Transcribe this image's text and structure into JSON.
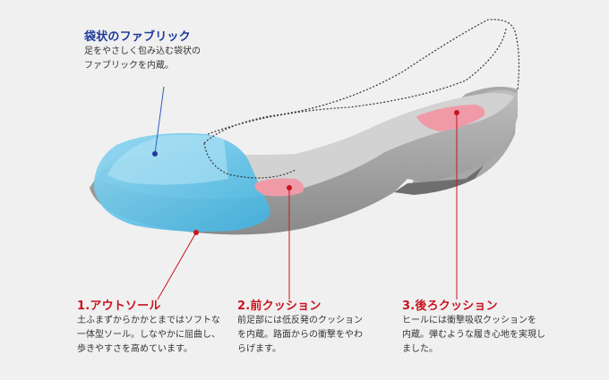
{
  "callouts": {
    "fabric": {
      "title": "袋状のファブリック",
      "desc": [
        "足をやさしく包み込む袋状の",
        "ファブリックを内蔵。"
      ]
    },
    "outsole": {
      "title": "1.アウトソール",
      "desc": [
        "土ふまずからかかとまではソフトな",
        "一体型ソール。しなやかに屈曲し、",
        "歩きやすさを高めています。"
      ]
    },
    "front_cushion": {
      "title": "2.前クッション",
      "desc": [
        "前足部には低反発のクッション",
        "を内蔵。路面からの衝撃をやわ",
        "らげます。"
      ]
    },
    "rear_cushion": {
      "title": "3.後ろクッション",
      "desc": [
        "ヒールには衝撃吸収クッションを",
        "内蔵。弾むような履き心地を実現し",
        "ました。"
      ]
    }
  },
  "colors": {
    "background": "#f0f0f0",
    "title_blue": "#1f3a9b",
    "title_red": "#c8141e",
    "fabric_blue": "#5cc4e8",
    "cushion_pink": "#f09aa8",
    "sole_gray": "#9a9a9a",
    "insole_gray": "#c8c8c8"
  }
}
